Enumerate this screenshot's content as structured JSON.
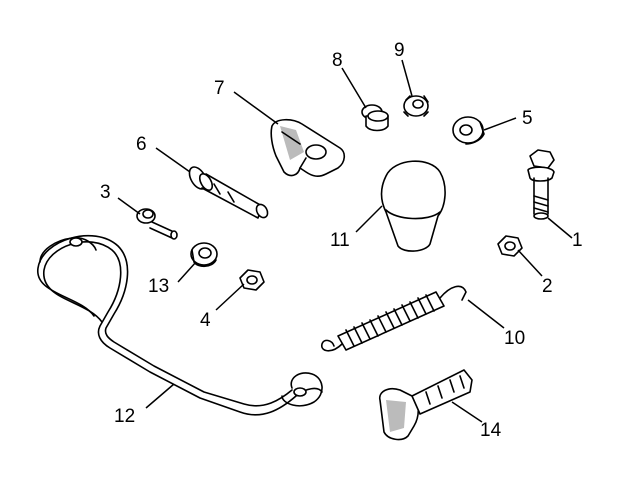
{
  "callouts": [
    {
      "id": "1",
      "part": "bolt"
    },
    {
      "id": "2",
      "part": "hex-nut"
    },
    {
      "id": "3",
      "part": "shoulder-bolt"
    },
    {
      "id": "4",
      "part": "flange-nut"
    },
    {
      "id": "5",
      "part": "flat-washer"
    },
    {
      "id": "6",
      "part": "pivot-bolt"
    },
    {
      "id": "7",
      "part": "lever-bracket"
    },
    {
      "id": "8",
      "part": "shoulder-screw"
    },
    {
      "id": "9",
      "part": "lock-washer-nut"
    },
    {
      "id": "10",
      "part": "extension-spring"
    },
    {
      "id": "11",
      "part": "knob"
    },
    {
      "id": "12",
      "part": "control-rod"
    },
    {
      "id": "13",
      "part": "spacer"
    },
    {
      "id": "14",
      "part": "handle-grip"
    }
  ]
}
